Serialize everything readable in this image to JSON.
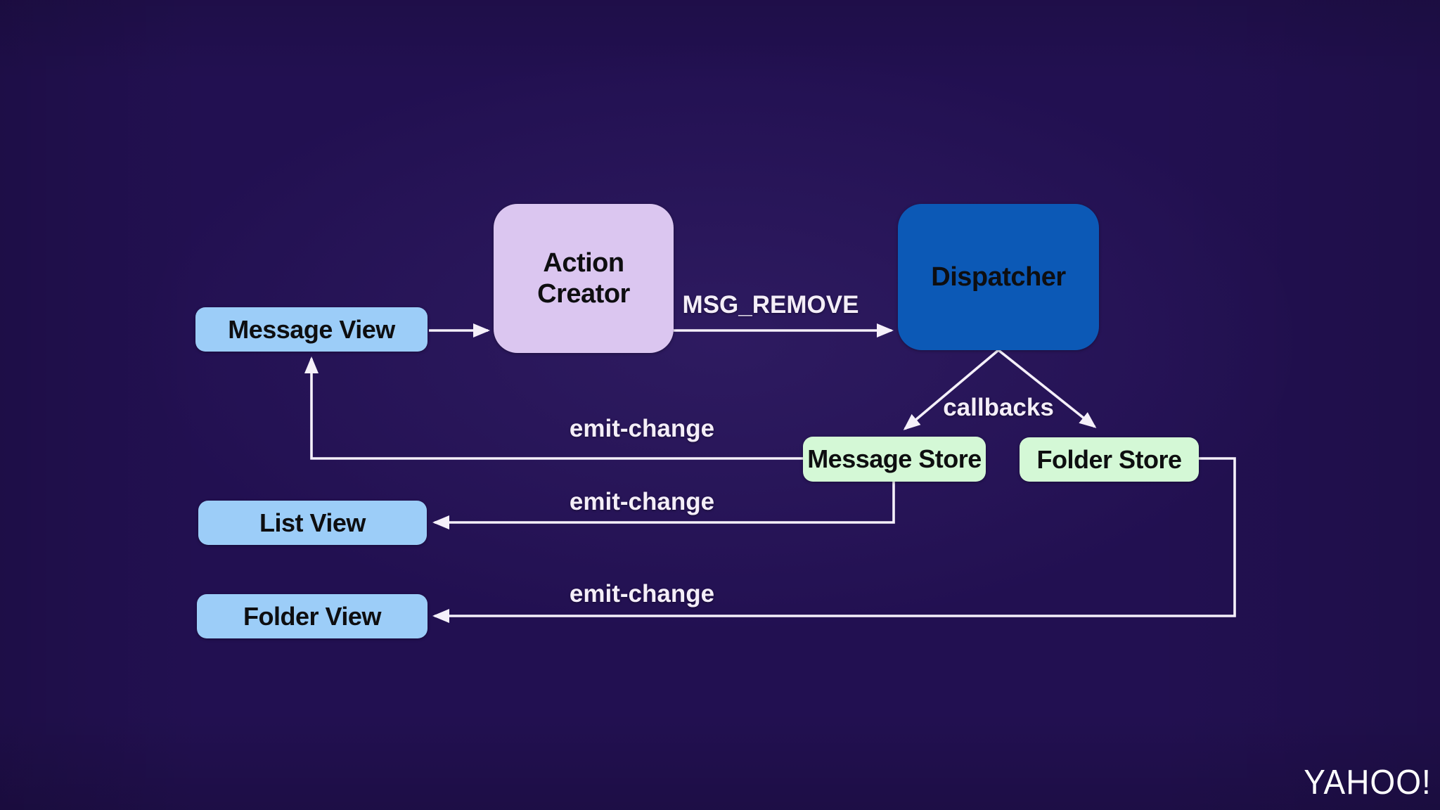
{
  "colors": {
    "bg": "#221051",
    "view_bg": "#9ccdf8",
    "action_bg": "#dbc6f0",
    "dispatcher_bg": "#0c59b6",
    "store_bg": "#d4f8d6",
    "line": "#f5f0fa",
    "node_text": "#0e0e10",
    "label_text": "#f4eef8",
    "logo_color": "#ffffff"
  },
  "nodes": {
    "message_view": {
      "label": "Message View"
    },
    "action_creator": {
      "label": "Action Creator"
    },
    "dispatcher": {
      "label": "Dispatcher"
    },
    "message_store": {
      "label": "Message Store"
    },
    "folder_store": {
      "label": "Folder Store"
    },
    "list_view": {
      "label": "List View"
    },
    "folder_view": {
      "label": "Folder View"
    }
  },
  "edge_labels": {
    "action_type": "MSG_REMOVE",
    "callbacks": "callbacks",
    "emit_change_to_message_view": "emit-change",
    "emit_change_to_list_view": "emit-change",
    "emit_change_to_folder_view": "emit-change"
  },
  "branding": {
    "logo_text": "YAHOO!"
  }
}
